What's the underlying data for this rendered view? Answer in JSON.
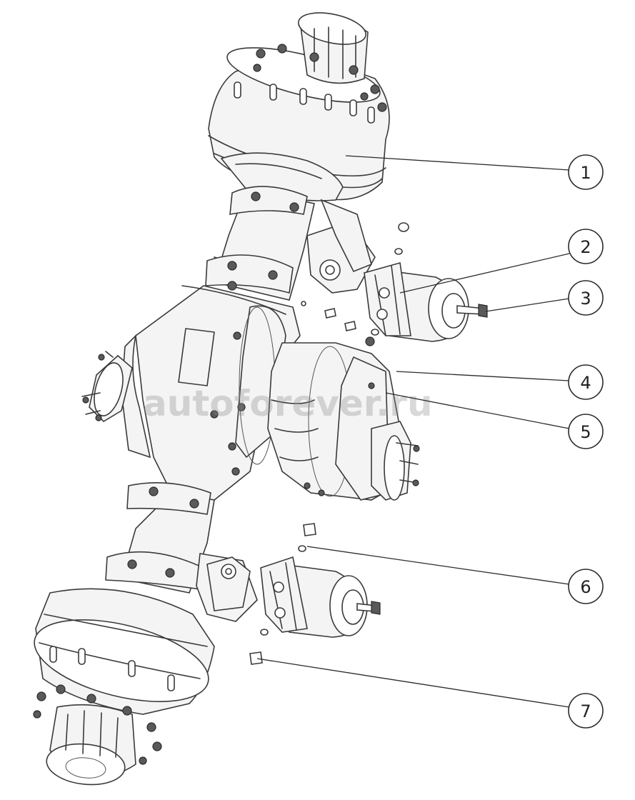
{
  "diagram": {
    "watermark": "autoforever.ru",
    "callouts": [
      "1",
      "2",
      "3",
      "4",
      "5",
      "6",
      "7"
    ]
  }
}
